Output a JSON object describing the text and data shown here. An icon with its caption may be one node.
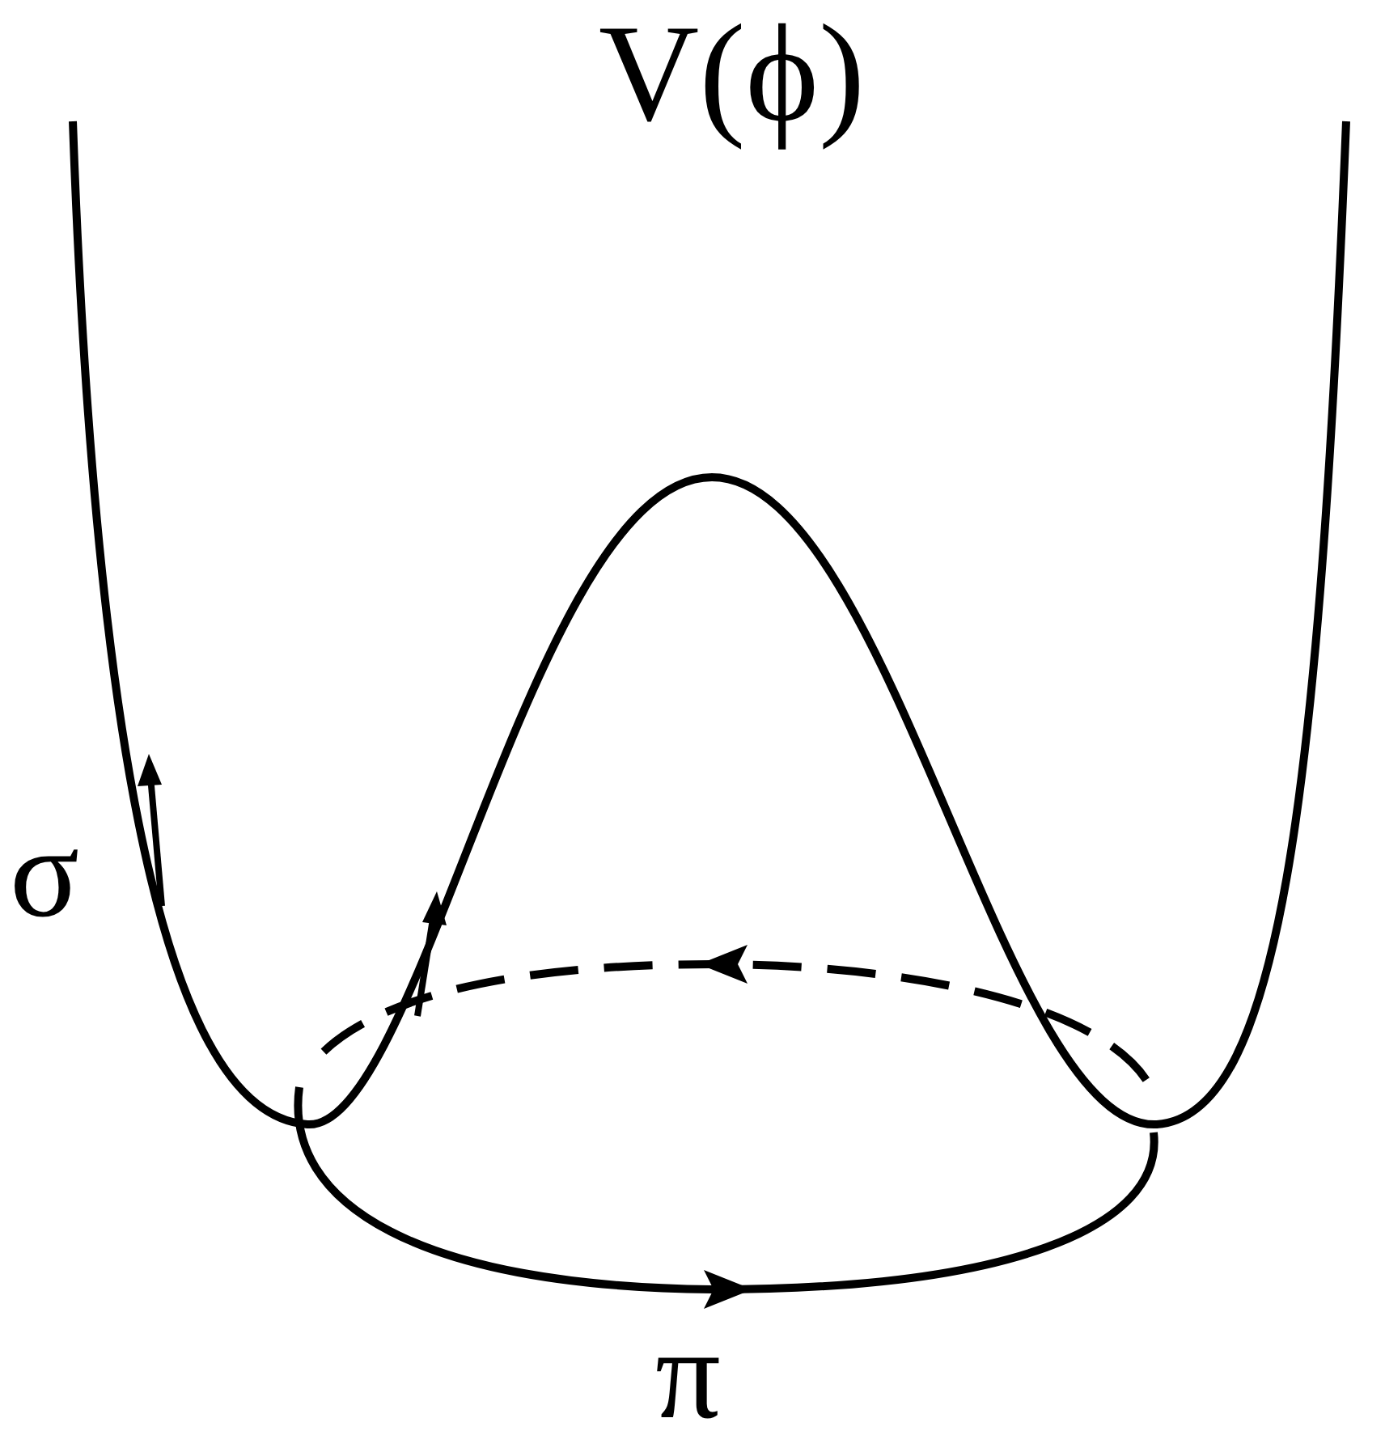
{
  "diagram": {
    "labels": [
      "V(ϕ)",
      "σ",
      "π"
    ]
  }
}
